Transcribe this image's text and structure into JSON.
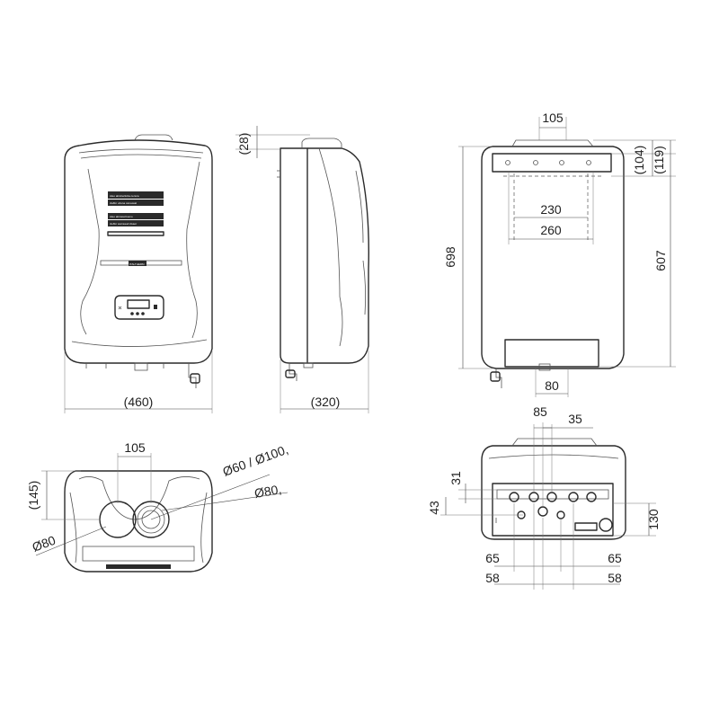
{
  "front_view": {
    "width_label": "(460)",
    "badge": "ITALTHERM",
    "warning_1a": "Aleo alzuberticita cersca",
    "warning_1b": "claffor vduna caruuwal",
    "warning_2a": "Aleo aforwad komo",
    "warning_2b": "cleffor wwvsaud clsaor"
  },
  "side_view": {
    "top_offset_label": "(28)",
    "depth_label": "(320)"
  },
  "back_view": {
    "flue_label": "105",
    "top_label_1": "(104)",
    "top_label_2": "(119)",
    "bracket_inner_label": "230",
    "bracket_outer_label": "260",
    "height_label": "698",
    "height_fix_label": "607",
    "bottom_bracket_label": "80"
  },
  "top_view": {
    "spacing_label": "105",
    "depth_label": "(145)",
    "coax_label": "Ø60 / Ø100,",
    "twin_label": "Ø80,",
    "left_label": "Ø80"
  },
  "bottom_view": {
    "label_85": "85",
    "label_35": "35",
    "label_31": "31",
    "label_43": "43",
    "label_130": "130",
    "label_65_left": "65",
    "label_58_left": "58",
    "label_65_right": "65",
    "label_58_right": "58"
  }
}
